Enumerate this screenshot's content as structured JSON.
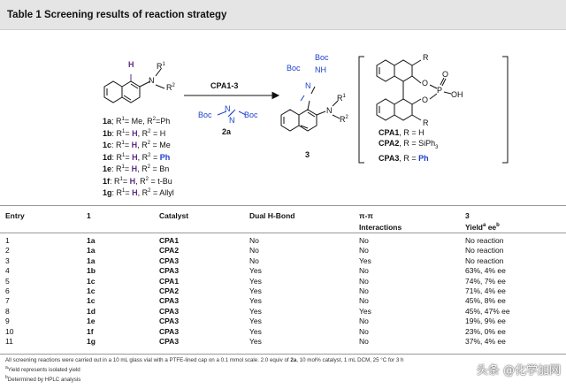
{
  "title": "Table 1 Screening results of reaction strategy",
  "scheme": {
    "substrate_list": [
      {
        "id": "1a",
        "pre": "; R",
        "mid": "= Me, R",
        "post": "=Ph"
      },
      {
        "id": "1b",
        "pre": "R",
        "mid": "= ",
        "h": "H",
        "mid2": ", R",
        "post": " = H"
      },
      {
        "id": "1c",
        "pre": "R",
        "mid": "= ",
        "h": "H",
        "mid2": ", R",
        "post": " = Me"
      },
      {
        "id": "1d",
        "pre": "R",
        "mid": "= ",
        "h": "H",
        "mid2": ", R",
        "post": " = ",
        "ph": "Ph"
      },
      {
        "id": "1e",
        "pre": "R",
        "mid": "= ",
        "h": "H",
        "mid2": ", R",
        "post": " = Bn"
      },
      {
        "id": "1f",
        "pre": "R",
        "mid": "= ",
        "h": "H",
        "mid2": ", R",
        "post": " = t-Bu"
      },
      {
        "id": "1g",
        "pre": "R",
        "mid": "= ",
        "h": "H",
        "mid2": ", R",
        "post": " = Allyl"
      }
    ],
    "arrow_top": "CPA1-3",
    "arrow_bottom": "2a",
    "reagent": "Boc",
    "product_num": "3",
    "cpa_labels": [
      {
        "name": "CPA1",
        "r": ", R = H"
      },
      {
        "name": "CPA2",
        "r": ", R = SiPh",
        "sub": "3"
      },
      {
        "name": "CPA3",
        "r": ", R = ",
        "ph": "Ph"
      }
    ],
    "atoms": {
      "H": "H",
      "N": "N",
      "R1": "R",
      "R2": "R",
      "sup1": "1",
      "sup2": "2",
      "Boc": "Boc",
      "NH": "NH",
      "O": "O",
      "P": "P",
      "OH": "OH",
      "R": "R"
    }
  },
  "table": {
    "headers": {
      "entry": "Entry",
      "one": "1",
      "catalyst": "Catalyst",
      "dual": "Dual H-Bond",
      "pipi": "π-π",
      "interactions": "Interactions",
      "three": "3",
      "yield": "Yield",
      "yield_sup": "a",
      "ee": " ee",
      "ee_sup": "b"
    },
    "rows": [
      {
        "entry": "1",
        "sub": "1a",
        "cat": "CPA1",
        "dual": "No",
        "pipi": "No",
        "result": "No reaction"
      },
      {
        "entry": "2",
        "sub": "1a",
        "cat": "CPA2",
        "dual": "No",
        "pipi": "No",
        "result": "No reaction"
      },
      {
        "entry": "3",
        "sub": "1a",
        "cat": "CPA3",
        "dual": "No",
        "pipi": "Yes",
        "result": "No reaction"
      },
      {
        "entry": "4",
        "sub": "1b",
        "cat": "CPA3",
        "dual": "Yes",
        "pipi": "No",
        "result": "63%, 4% ee"
      },
      {
        "entry": "5",
        "sub": "1c",
        "cat": "CPA1",
        "dual": "Yes",
        "pipi": "No",
        "result": "74%, 7% ee"
      },
      {
        "entry": "6",
        "sub": "1c",
        "cat": "CPA2",
        "dual": "Yes",
        "pipi": "No",
        "result": "71%, 4% ee"
      },
      {
        "entry": "7",
        "sub": "1c",
        "cat": "CPA3",
        "dual": "Yes",
        "pipi": "No",
        "result": "45%, 8% ee"
      },
      {
        "entry": "8",
        "sub": "1d",
        "cat": "CPA3",
        "dual": "Yes",
        "pipi": "Yes",
        "result": "45%, 47% ee"
      },
      {
        "entry": "9",
        "sub": "1e",
        "cat": "CPA3",
        "dual": "Yes",
        "pipi": "No",
        "result": "19%, 9% ee"
      },
      {
        "entry": "10",
        "sub": "1f",
        "cat": "CPA3",
        "dual": "Yes",
        "pipi": "No",
        "result": "23%, 0% ee"
      },
      {
        "entry": "11",
        "sub": "1g",
        "cat": "CPA3",
        "dual": "Yes",
        "pipi": "No",
        "result": "37%, 4% ee"
      }
    ]
  },
  "footnotes": {
    "line1_a": "All screening reactions were carried out in a 10 mL glass vial with a PTFE-lined cap on a 0.1 mmol scale. 2.0 equiv of ",
    "line1_b": "2a",
    "line1_c": ", 10 mol% catalyst, 1 mL DCM, 25 °C for 3 h",
    "line2_sup": "a",
    "line2": "Yield represents isolated yield",
    "line3_sup": "b",
    "line3": "Determined by HPLC analysis"
  },
  "watermark": "头条 @化学加网",
  "colors": {
    "purple": "#5b2c83",
    "blue": "#1b3fc9",
    "header_bg": "#e5e5e5"
  }
}
